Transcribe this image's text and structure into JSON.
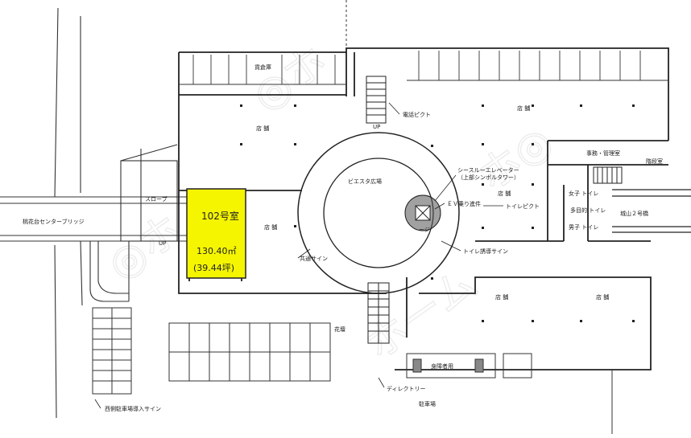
{
  "unit": {
    "name": "102号室",
    "area_sqm": "130.40㎡",
    "area_tsubo": "(39.44坪)",
    "highlight_color": "#f5f500"
  },
  "labels": {
    "storage": "貨倉庫",
    "telephone_pit": "電話ピクト",
    "store_left": "店 舗",
    "store_mid": "店 舗",
    "store_right_top": "店 舗",
    "store_center_right": "店 舗",
    "store_bottom_mid": "店 舗",
    "store_bottom_right": "店 舗",
    "plaza": "ビエスタ広場",
    "see_through_elevator": "シースルーエレベーター",
    "see_through_elevator_sub": "（上部シンボルタワー）",
    "ev_operation": "ＥＶ乗り進件",
    "toilet_pict": "トイレピクト",
    "toilet_guide_sign": "トイレ誘導サイン",
    "common_sign": "共通サイン",
    "office": "事務・管理室",
    "stairs_label": "階段室",
    "womens_toilet": "女子 トイレ",
    "mens_toilet": "男子 トイレ",
    "multipurpose_toilet": "多目的 トイレ",
    "bridge_right": "城山２号橋",
    "bridge_left": "桃花台センターブリッジ",
    "slope": "スロープ",
    "flowerbed": "花壇",
    "disabled_parking": "身障者用",
    "directory": "ディレクトリー",
    "parking": "駐車場",
    "west_parking_sign": "西側駐車場導入サイン",
    "lounge": "ージ",
    "up": "UP"
  },
  "watermark": "ホーム"
}
